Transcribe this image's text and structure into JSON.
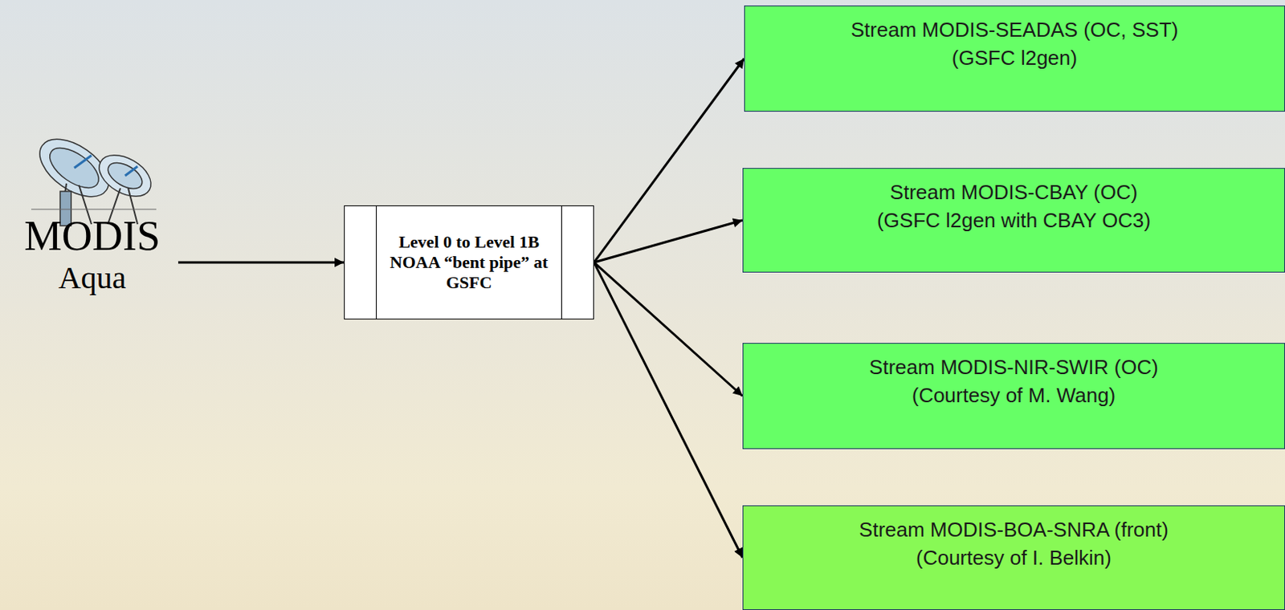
{
  "diagram": {
    "nodes": [
      {
        "text": [
          "MODIS",
          "Aqua"
        ]
      },
      {
        "text": [
          "Level 0 to Level 1B NOAA “bent pipe” at GSFC"
        ]
      },
      {
        "text": [
          "Stream MODIS-SEADAS (OC, SST)",
          "(GSFC l2gen)"
        ]
      },
      {
        "text": [
          "Stream MODIS-CBAY (OC)",
          "(GSFC l2gen with CBAY OC3)"
        ]
      },
      {
        "text": [
          "Stream MODIS-NIR-SWIR (OC)",
          "(Courtesy of M. Wang)"
        ]
      },
      {
        "text": [
          "Stream MODIS-BOA-SNRA (front)",
          "(Courtesy of  I. Belkin)"
        ]
      }
    ],
    "edges": [
      {
        "from": 0,
        "to": 1,
        "arrow": "to"
      },
      {
        "from": 1,
        "to": 2,
        "arrow": "to"
      },
      {
        "from": 1,
        "to": 3,
        "arrow": "to"
      },
      {
        "from": 1,
        "to": 4,
        "arrow": "to"
      },
      {
        "from": 1,
        "to": 5,
        "arrow": "to"
      }
    ]
  }
}
